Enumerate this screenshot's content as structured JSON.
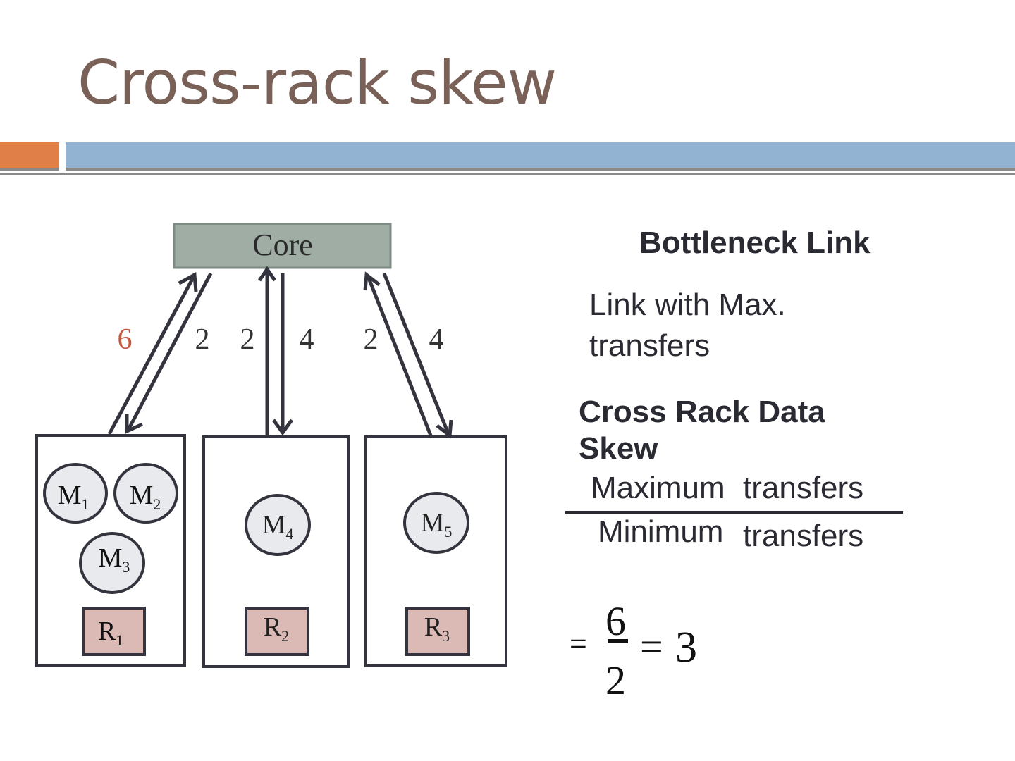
{
  "slide": {
    "title": "Cross-rack skew"
  },
  "colors": {
    "title": "#7a6158",
    "accent_orange": "#e07f47",
    "accent_blue": "#93b3d2",
    "core_fill": "#9fada5",
    "mapper_fill": "#e9eaee",
    "reducer_fill": "#dbb9b5",
    "line": "#34343f",
    "highlight": "#c8553d"
  },
  "diagram": {
    "core_label": "Core",
    "links": [
      {
        "rack": 1,
        "direction": "up",
        "transfers": "6",
        "highlight": true
      },
      {
        "rack": 1,
        "direction": "down",
        "transfers": "2",
        "highlight": false
      },
      {
        "rack": 2,
        "direction": "up",
        "transfers": "2",
        "highlight": false
      },
      {
        "rack": 2,
        "direction": "down",
        "transfers": "4",
        "highlight": false
      },
      {
        "rack": 3,
        "direction": "up",
        "transfers": "2",
        "highlight": false
      },
      {
        "rack": 3,
        "direction": "down",
        "transfers": "4",
        "highlight": false
      }
    ],
    "racks": [
      {
        "mappers": [
          {
            "base": "M",
            "sub": "1"
          },
          {
            "base": "M",
            "sub": "2"
          },
          {
            "base": "M",
            "sub": "3"
          }
        ],
        "reducer": {
          "base": "R",
          "sub": "1"
        }
      },
      {
        "mappers": [
          {
            "base": "M",
            "sub": "4"
          }
        ],
        "reducer": {
          "base": "R",
          "sub": "2"
        }
      },
      {
        "mappers": [
          {
            "base": "M",
            "sub": "5"
          }
        ],
        "reducer": {
          "base": "R",
          "sub": "3"
        }
      }
    ]
  },
  "sidebar": {
    "bottleneck_heading": "Bottleneck Link",
    "bottleneck_line1": "Link with Max.",
    "bottleneck_line2": "transfers",
    "skew_heading_line1": "Cross Rack Data",
    "skew_heading_line2": "Skew",
    "numerator_a": "Maximum",
    "numerator_b": "transfers",
    "denominator_a": "Minimum",
    "denominator_b": "transfers",
    "result": {
      "equals1": "=",
      "num": "6",
      "den": "2",
      "equals2": "=",
      "value": "3"
    }
  }
}
